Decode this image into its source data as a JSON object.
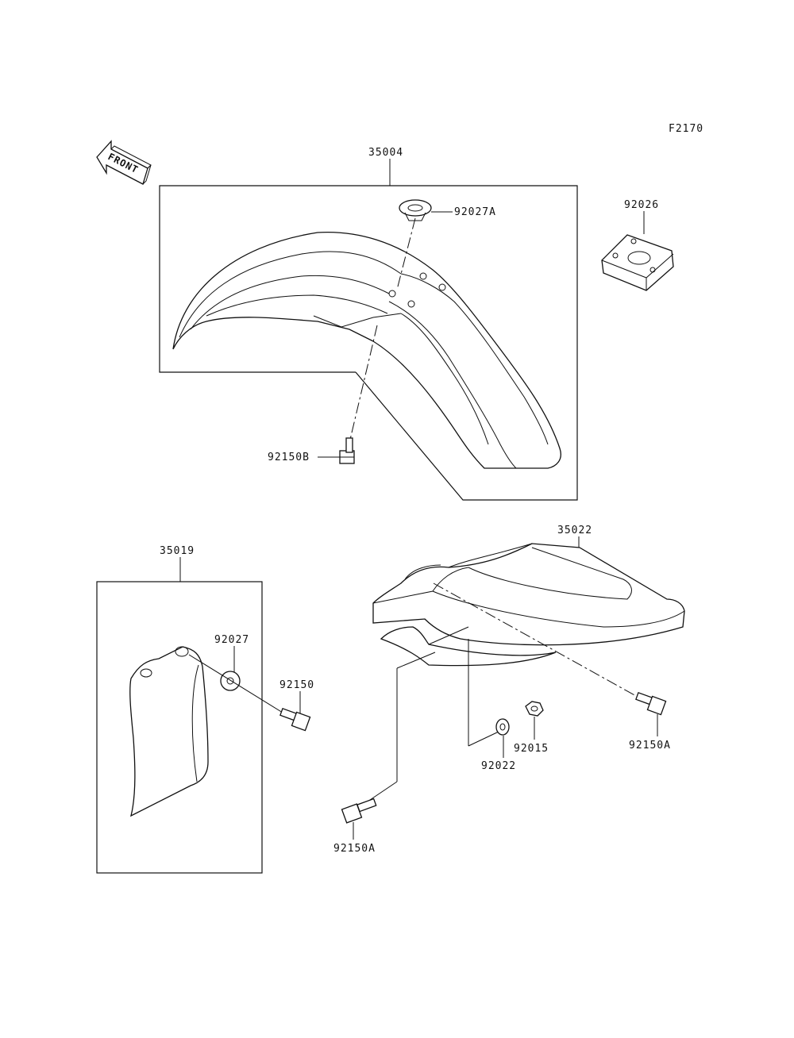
{
  "figure_code": "F2170",
  "front_arrow_text": "FRONT",
  "parts": {
    "p35004": "35004",
    "p92027A": "92027A",
    "p92026": "92026",
    "p92150B": "92150B",
    "p35019": "35019",
    "p92027": "92027",
    "p92150": "92150",
    "p35022": "35022",
    "p92015": "92015",
    "p92022": "92022",
    "p92150A_right": "92150A",
    "p92150A_left": "92150A"
  }
}
